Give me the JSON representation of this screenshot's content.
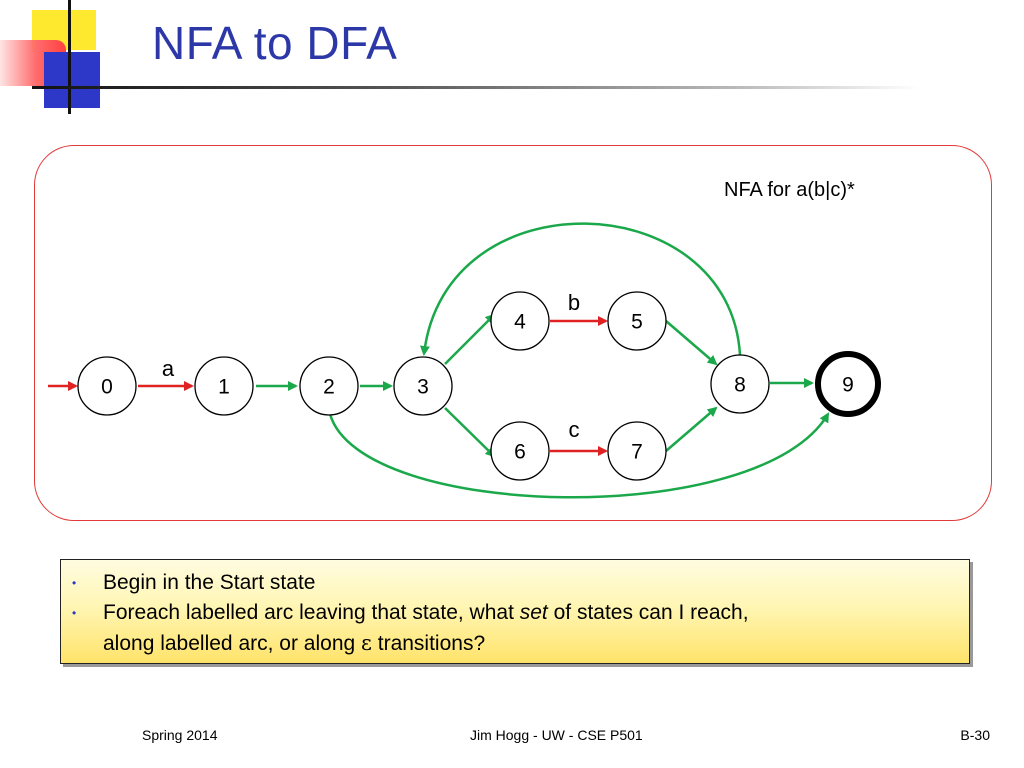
{
  "slide": {
    "title": "NFA to DFA"
  },
  "diagram": {
    "caption": "NFA for a(b|c)*",
    "states": [
      "0",
      "1",
      "2",
      "3",
      "4",
      "5",
      "6",
      "7",
      "8",
      "9"
    ],
    "start_state": "0",
    "final_state": "9",
    "edge_labels": {
      "a": "a",
      "b": "b",
      "c": "c"
    },
    "colors": {
      "epsilon": "#1aa84a",
      "labelled": "#e02222",
      "frame": "#e23a3a"
    }
  },
  "notes": {
    "bullet1": "Begin in the Start state",
    "bullet2_pre": "Foreach labelled arc leaving that state, what ",
    "bullet2_em": "set",
    "bullet2_post": " of states can I reach,",
    "bullet2_line2_pre": "along labelled arc, or along ",
    "bullet2_epsilon": "ε",
    "bullet2_line2_post": " transitions?"
  },
  "footer": {
    "left": "Spring 2014",
    "center": "Jim Hogg - UW - CSE P501",
    "right": "B-30"
  },
  "theme": {
    "title_color": "#2d38a8",
    "bullet_color": "#2d38c8",
    "deco_yellow": "#ffe92e",
    "deco_red": "#ff4040",
    "deco_blue": "#2d38c8"
  }
}
